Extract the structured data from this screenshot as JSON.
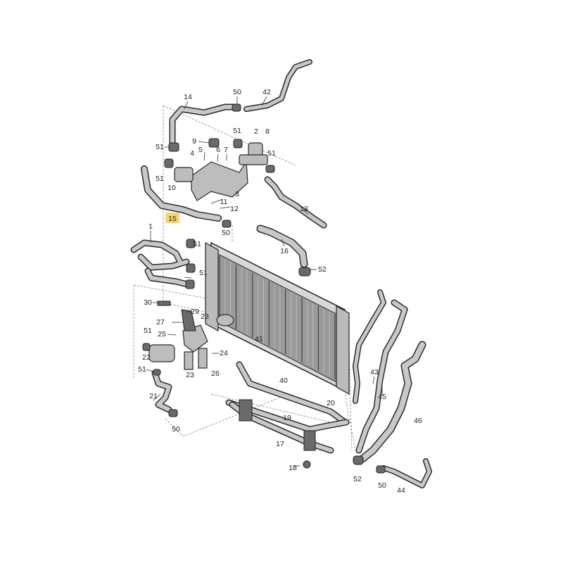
{
  "diagram": {
    "highlighted_callout": "15",
    "highlight_color": "#f5d76e",
    "callouts": [
      "14",
      "50",
      "42",
      "51",
      "9",
      "51",
      "2",
      "8",
      "4",
      "5",
      "6",
      "7",
      "51",
      "51",
      "10",
      "3",
      "11",
      "12",
      "15",
      "50",
      "13",
      "1",
      "16",
      "51",
      "51",
      "52",
      "30",
      "29",
      "28",
      "27",
      "41",
      "51",
      "25",
      "24",
      "22",
      "51",
      "26",
      "23",
      "43",
      "45",
      "40",
      "21",
      "20",
      "19",
      "46",
      "50",
      "17",
      "18",
      "52",
      "50",
      "44"
    ]
  }
}
